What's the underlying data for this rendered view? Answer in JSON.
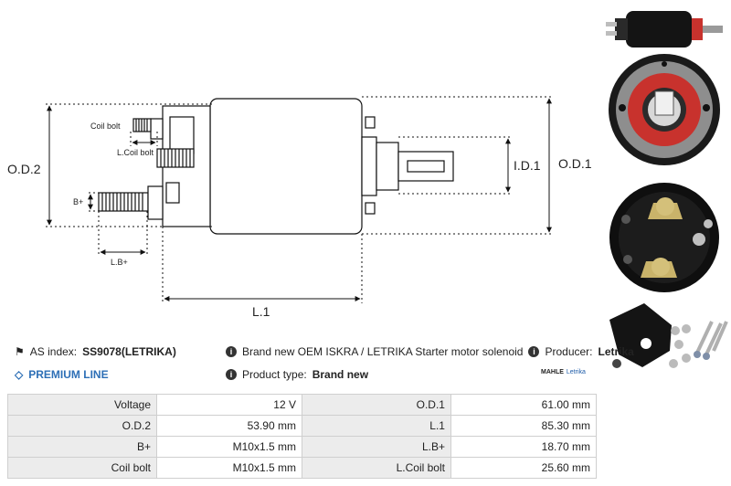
{
  "diagram": {
    "labels": {
      "coil_bolt": "Coil bolt",
      "l_coil_bolt": "L.Coil bolt",
      "b_plus": "B+",
      "l_b_plus": "L.B+",
      "od2": "O.D.2",
      "od1": "O.D.1",
      "id1": "I.D.1",
      "l1": "L.1"
    }
  },
  "info": {
    "as_index_label": "AS index:",
    "as_index_value": "SS9078(LETRIKA)",
    "premium_line": "PREMIUM LINE",
    "description": "Brand new OEM ISKRA / LETRIKA Starter motor solenoid",
    "producer_label": "Producer:",
    "producer_value": "Letrika",
    "product_type_label": "Product type:",
    "product_type_value": "Brand new",
    "logo_mahle": "MAHLE",
    "logo_letrika": "Letrika"
  },
  "specs": [
    {
      "label_a": "Voltage",
      "value_a": "12 V",
      "label_b": "O.D.1",
      "value_b": "61.00 mm"
    },
    {
      "label_a": "O.D.2",
      "value_a": "53.90 mm",
      "label_b": "L.1",
      "value_b": "85.30 mm"
    },
    {
      "label_a": "B+",
      "value_a": "M10x1.5 mm",
      "label_b": "L.B+",
      "value_b": "18.70 mm"
    },
    {
      "label_a": "Coil bolt",
      "value_a": "M10x1.5 mm",
      "label_b": "L.Coil bolt",
      "value_b": "25.60 mm"
    }
  ],
  "colors": {
    "accent": "#2d6fb6",
    "table_label_bg": "#ececec",
    "seal_red": "#c8322d"
  }
}
